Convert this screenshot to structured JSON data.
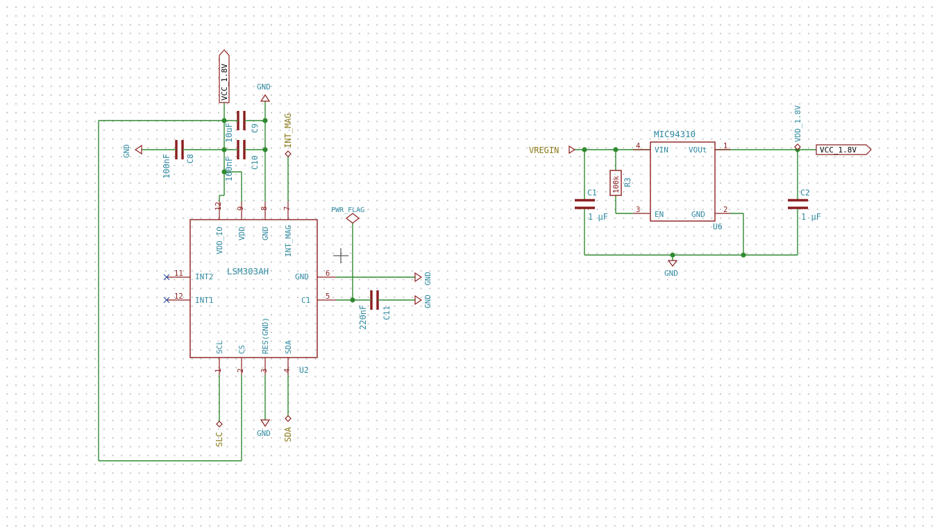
{
  "u2": {
    "ref": "U2",
    "value": "LSM303AH",
    "pins": {
      "vdd_io": "VDD_IO",
      "vdd": "VDD",
      "gnd_top": "GND",
      "int_mag": "INT_MAG",
      "int2": "INT2",
      "int1": "INT1",
      "gnd_right": "GND",
      "c1": "C1",
      "scl": "SCL",
      "cs": "CS",
      "res": "RES(GND)",
      "sda": "SDA"
    },
    "pin_numbers": {
      "vdd_io": "12",
      "vdd": "9",
      "gnd_top": "8",
      "int_mag": "7",
      "int2": "11",
      "int1": "12",
      "gnd_right": "6",
      "c1": "5",
      "scl": "1",
      "cs": "2",
      "res": "3",
      "sda": "4"
    }
  },
  "u6": {
    "ref": "U6",
    "value": "MIC94310",
    "pins": {
      "vin": "VIN",
      "vout": "VOUt",
      "en": "EN",
      "gnd": "GND"
    },
    "pin_numbers": {
      "vin": "4",
      "vout": "1",
      "en": "3",
      "gnd": "2"
    }
  },
  "components": {
    "c9": {
      "ref": "C9",
      "value": "10uF"
    },
    "c10": {
      "ref": "C10",
      "value": "100nF"
    },
    "c8": {
      "ref": "C8",
      "value": "100nF"
    },
    "c11": {
      "ref": "C11",
      "value": "220nF"
    },
    "c1": {
      "ref": "C1",
      "value": "1 µF"
    },
    "c2": {
      "ref": "C2",
      "value": "1 µF"
    },
    "r3": {
      "ref": "R3",
      "value": "100k"
    }
  },
  "power": {
    "gnd": "GND",
    "pwr_flag": "PWR_FLAG",
    "vdd_1v8": "VDD_1.8V"
  },
  "labels": {
    "vcc_1v8": "VCC_1.8V",
    "int_mag": "INT_MAG",
    "slc": "SLC",
    "sda": "SDA",
    "vregin": "VREGIN"
  }
}
